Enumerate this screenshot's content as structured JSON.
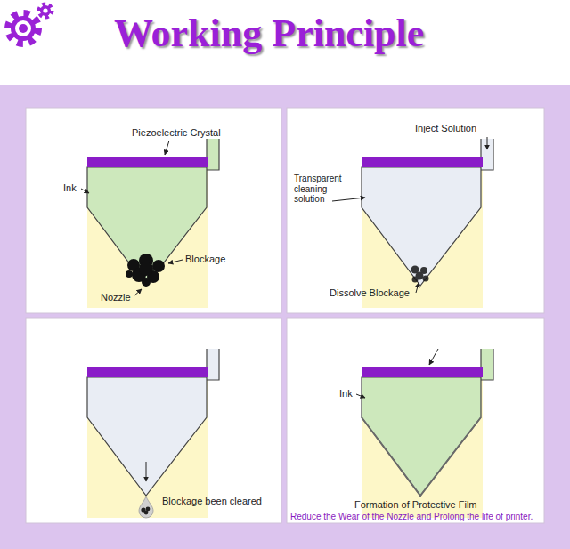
{
  "diagram": {
    "title": "Working Principle",
    "labels": [
      "Piezoelectric Crystal",
      "Ink",
      "Blockage",
      "Nozzle",
      "Inject Solution",
      "Transparent cleaning solution",
      "Dissolve Blockage",
      "Blockage been cleared",
      "Ink",
      "Formation of Protective Film",
      "Reduce the Wear of the Nozzle and Prolong the life of printer."
    ]
  }
}
